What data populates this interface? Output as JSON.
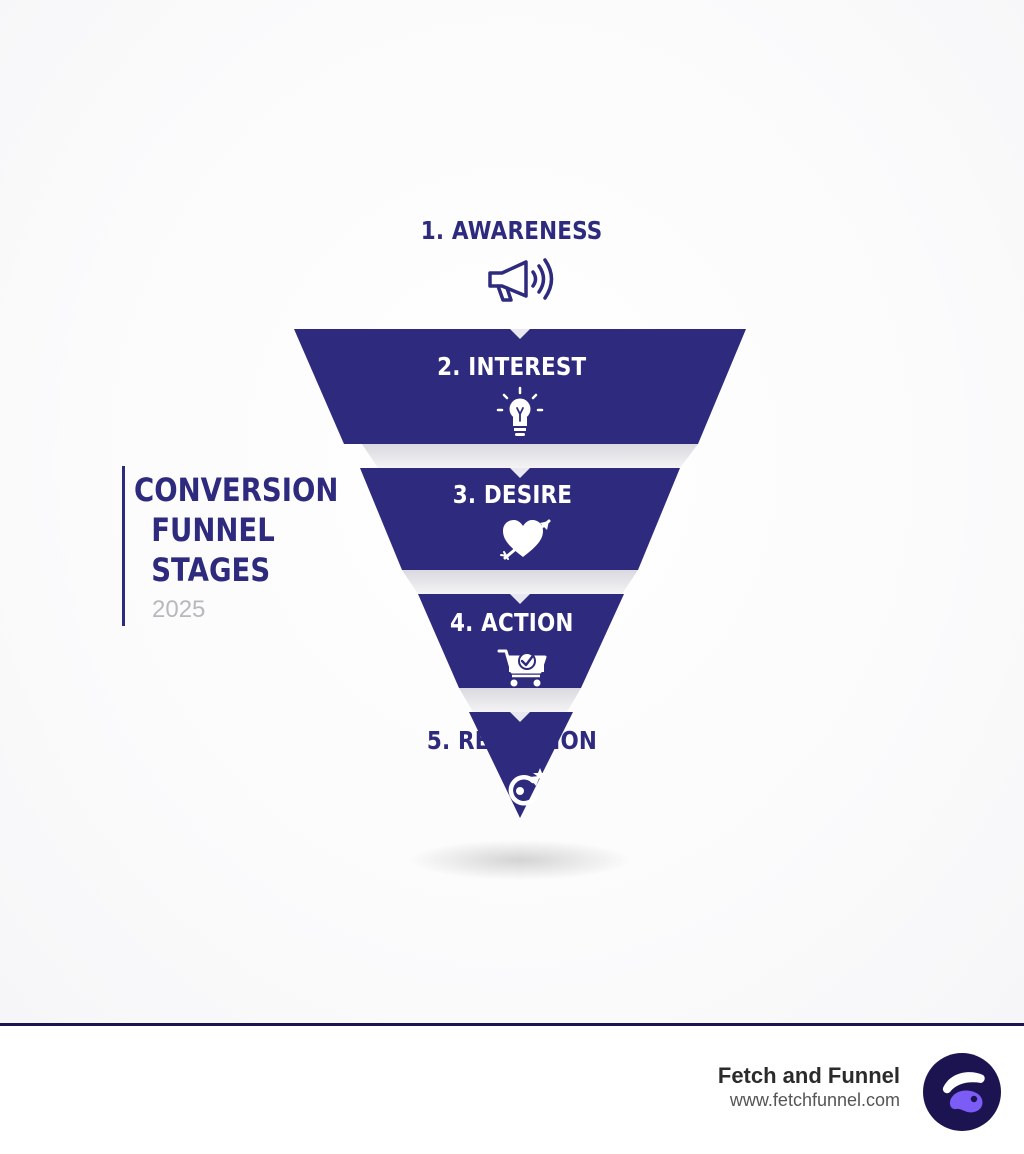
{
  "sidebar": {
    "title_lines": [
      "CONVERSION",
      "FUNNEL",
      "STAGES"
    ],
    "year": "2025"
  },
  "stages": [
    {
      "label": "1. AWARENESS",
      "icon": "megaphone-icon"
    },
    {
      "label": "2. INTEREST",
      "icon": "lightbulb-icon"
    },
    {
      "label": "3. DESIRE",
      "icon": "heart-arrow-icon"
    },
    {
      "label": "4. ACTION",
      "icon": "shopping-cart-check-icon"
    },
    {
      "label": "5. RETENTION",
      "icon": "refresh-star-icon"
    }
  ],
  "footer": {
    "brand": "Fetch and Funnel",
    "url": "www.fetchfunnel.com"
  },
  "colors": {
    "primary": "#2e2a7e",
    "accent": "#7b5cf5",
    "footer_rule": "#1b1450",
    "year": "#b8b8be"
  }
}
